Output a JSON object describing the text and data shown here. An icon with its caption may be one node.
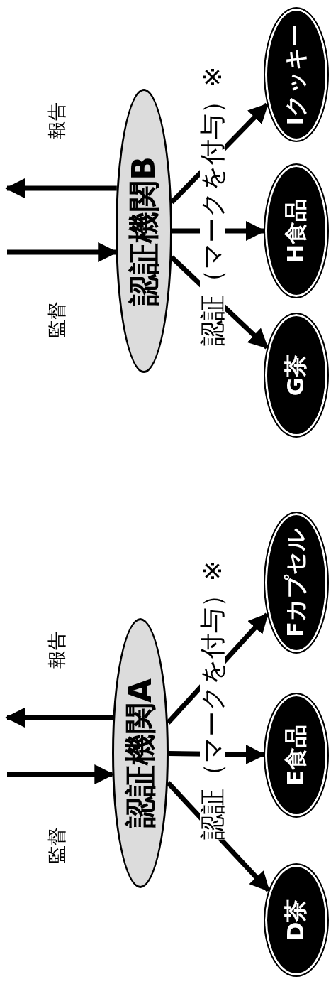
{
  "diagram": {
    "nodes": [
      {
        "text": [
          "認証機関A"
        ]
      },
      {
        "text": [
          "D茶"
        ]
      },
      {
        "text": [
          "E食品"
        ]
      },
      {
        "text": [
          "Fカプセル"
        ]
      },
      {
        "text": [
          "認証機関B"
        ]
      },
      {
        "text": [
          "G茶"
        ]
      },
      {
        "text": [
          "H食品"
        ]
      },
      {
        "text": [
          "Iクッキー"
        ]
      }
    ],
    "edges": [
      {
        "from": null,
        "to": 0,
        "arrow": "to",
        "label": "監督"
      },
      {
        "from": 0,
        "to": null,
        "arrow": "to",
        "label": "報告"
      },
      {
        "from": 0,
        "to": 1,
        "arrow": "to"
      },
      {
        "from": 0,
        "to": 2,
        "arrow": "to",
        "label": "認証（マークを付与）※"
      },
      {
        "from": 0,
        "to": 3,
        "arrow": "to"
      },
      {
        "from": null,
        "to": 4,
        "arrow": "to",
        "label": "監督"
      },
      {
        "from": 4,
        "to": null,
        "arrow": "to",
        "label": "報告"
      },
      {
        "from": 4,
        "to": 5,
        "arrow": "to"
      },
      {
        "from": 4,
        "to": 6,
        "arrow": "to",
        "label": "認証（マークを付与）※"
      },
      {
        "from": 4,
        "to": 7,
        "arrow": "to"
      }
    ]
  }
}
